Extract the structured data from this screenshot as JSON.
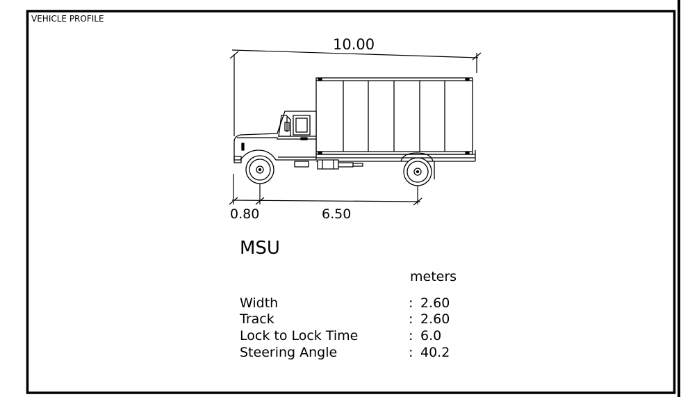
{
  "header": {
    "title": "VEHICLE PROFILE"
  },
  "dimensions": {
    "overall_length": "10.00",
    "front_overhang": "0.80",
    "wheelbase": "6.50"
  },
  "vehicle": {
    "name": "MSU"
  },
  "specs": {
    "unit_label": "meters",
    "rows": [
      {
        "label": "Width",
        "sep": ":",
        "value": "2.60"
      },
      {
        "label": "Track",
        "sep": ":",
        "value": "2.60"
      },
      {
        "label": "Lock to Lock Time",
        "sep": ":",
        "value": "6.0"
      },
      {
        "label": "Steering Angle",
        "sep": ":",
        "value": "40.2"
      }
    ]
  }
}
